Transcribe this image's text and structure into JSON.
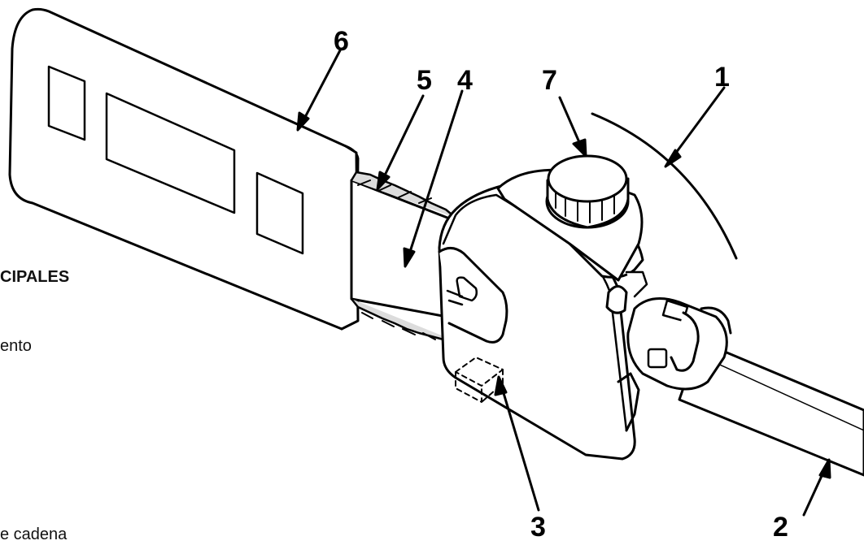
{
  "diagram": {
    "callouts": [
      {
        "id": "1",
        "label": "1"
      },
      {
        "id": "2",
        "label": "2"
      },
      {
        "id": "3",
        "label": "3"
      },
      {
        "id": "4",
        "label": "4"
      },
      {
        "id": "5",
        "label": "5"
      },
      {
        "id": "6",
        "label": "6"
      },
      {
        "id": "7",
        "label": "7"
      }
    ]
  },
  "side_text": {
    "heading": "CIPALES",
    "line1": "ento",
    "line2": "e cadena"
  },
  "colors": {
    "stroke": "#000000",
    "fill": "#ffffff",
    "chain": "#dcdcdc"
  }
}
